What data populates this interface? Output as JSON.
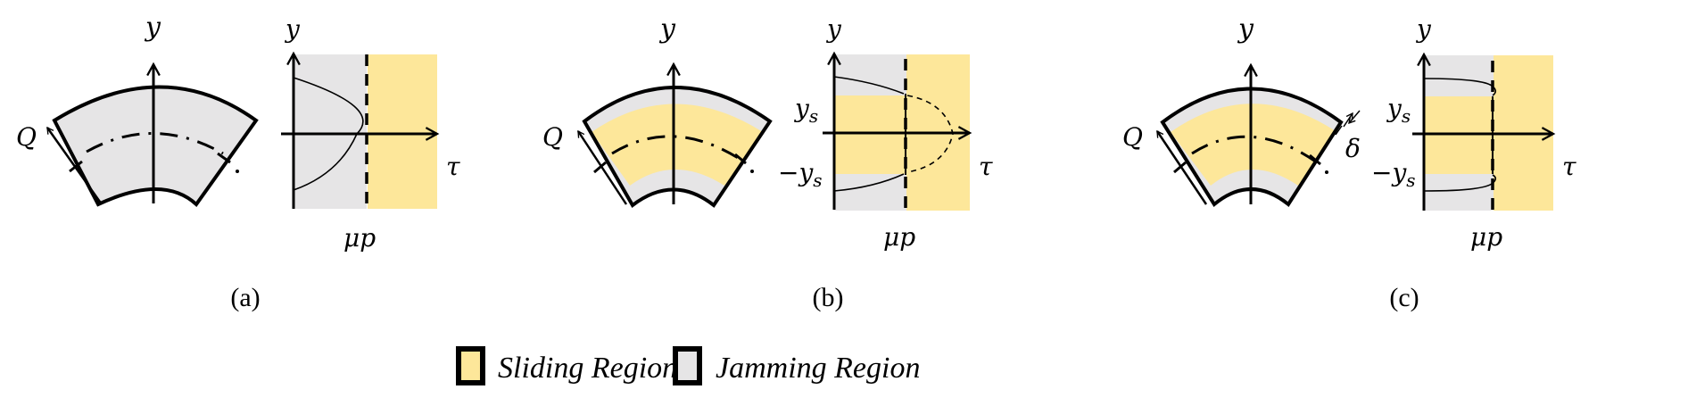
{
  "colors": {
    "sliding": "#fde79a",
    "jamming": "#e6e5e6",
    "stroke": "#000000"
  },
  "panels": [
    {
      "caption": "(a)",
      "section_axis_label": "y",
      "load_label": "Q",
      "plot_y_label": "y",
      "plot_x_label": "τ",
      "threshold_label": "μp"
    },
    {
      "caption": "(b)",
      "section_axis_label": "y",
      "load_label": "Q",
      "plot_y_label": "y",
      "plot_x_label": "τ",
      "threshold_label": "μp",
      "ys_label": "y",
      "ys_sub": "s",
      "neg_ys_label": "−y",
      "neg_ys_sub": "s"
    },
    {
      "caption": "(c)",
      "section_axis_label": "y",
      "load_label": "Q",
      "plot_y_label": "y",
      "plot_x_label": "τ",
      "threshold_label": "μp",
      "ys_label": "y",
      "ys_sub": "s",
      "neg_ys_label": "−y",
      "neg_ys_sub": "s",
      "delta_label": "δ"
    }
  ],
  "legend": [
    {
      "label": "Sliding Region",
      "color_key": "sliding"
    },
    {
      "label": "Jamming Region",
      "color_key": "jamming"
    }
  ]
}
